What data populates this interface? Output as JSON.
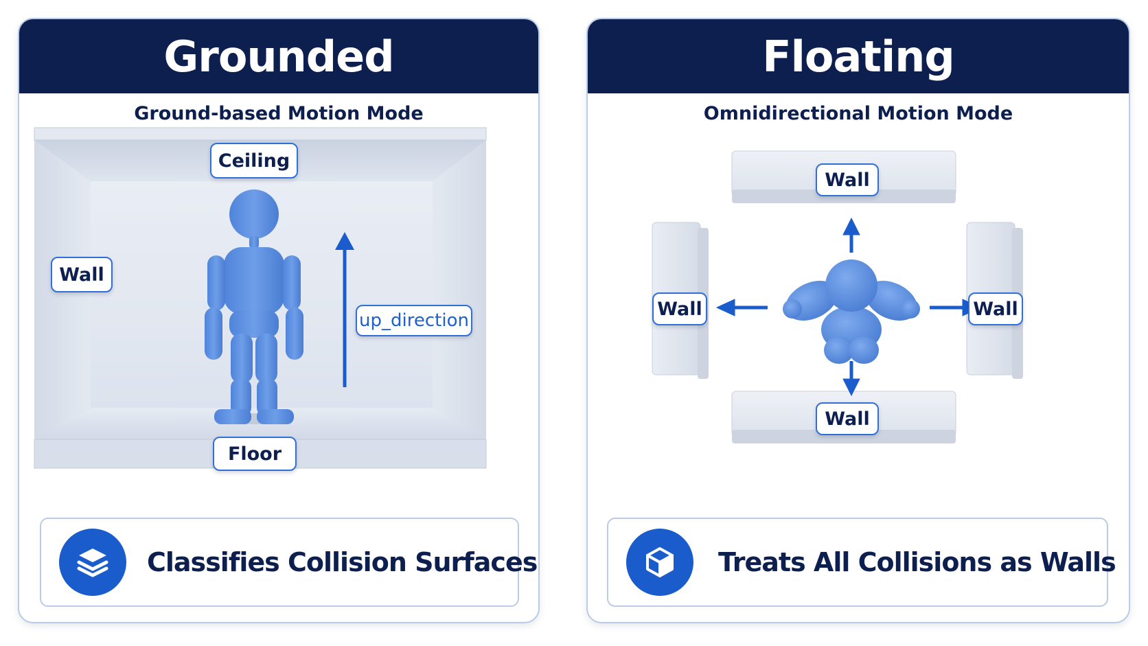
{
  "grounded": {
    "title": "Grounded",
    "subtitle": "Ground-based Motion Mode",
    "labels": {
      "ceiling": "Ceiling",
      "wall": "Wall",
      "floor": "Floor",
      "up_direction": "up_direction"
    },
    "feature": {
      "icon": "layers-icon",
      "text": "Classifies Collision Surfaces"
    }
  },
  "floating": {
    "title": "Floating",
    "subtitle": "Omnidirectional Motion Mode",
    "labels": {
      "wall_top": "Wall",
      "wall_bottom": "Wall",
      "wall_left": "Wall",
      "wall_right": "Wall"
    },
    "feature": {
      "icon": "cube-icon",
      "text": "Treats All Collisions as Walls"
    }
  },
  "colors": {
    "header": "#0d1f4f",
    "accent": "#1a5ccc",
    "figure": "#5b8fe0",
    "room": "#e3e8f1",
    "border": "#b9cbe6"
  }
}
